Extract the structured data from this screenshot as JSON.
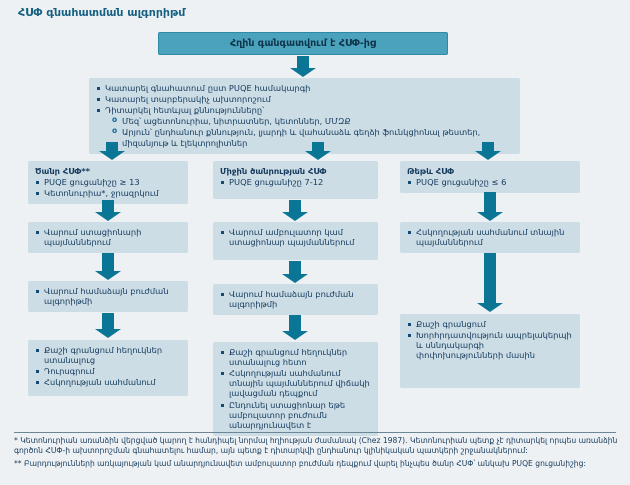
{
  "page": {
    "title": "ՀՍՓ գնահատման ալգորիթմ"
  },
  "flow": {
    "start": "Հղին գանգատվում է ՀՍՓ-ից",
    "assessment": {
      "bullets": [
        "Կատարել գնահատում ըստ PUQE համակարգի",
        "Կատարել տարբերակիչ ախտորոշում",
        "Դիտարկել հետևյալ քննությունները՝"
      ],
      "sub_bullets": [
        "Մեզ՝ ացետոնուրիա, նիտրատներ, կետոններ, ՄՄԶՔ",
        "Արյուն՝ ընդհանուր քննություն, լյարդի և վահանաձև գեղձի ֆունկցիոնալ թեստեր, միզանյութ և էլեկտրոլիտներ"
      ]
    },
    "columns": [
      {
        "severity": "Ծանր ՀՍՓ**",
        "criteria": [
          "PUQE ցուցանիշը ≥ 13",
          "Կետոնուրիա*, ջրազրկում"
        ],
        "management": [
          "Վարում ստացիոնարի պայմաններում"
        ],
        "algorithm": [
          "Վարում համաձայն բուժման ալգորիթմի"
        ],
        "followup": [
          "Քաշի գրանցում հեղուկներ ստանալուց",
          "Դուրսգրում",
          "Հսկողության սահմանում"
        ]
      },
      {
        "severity": "Միջին ծանրության ՀՍՓ",
        "criteria": [
          "PUQE ցուցանիշը 7-12"
        ],
        "management": [
          "Վարում ամբուլատոր կամ ստացիոնար պայմաններում"
        ],
        "algorithm": [
          "Վարում համաձայն բուժման ալգորիթմի"
        ],
        "followup": [
          "Քաշի գրանցում հեղուկներ ստանալուց հետո",
          "Հսկողության սահմանում տնային պայմաններում վիճակի լավացման դեպքում",
          "Ընդունել ստացիոնար եթե ամբուլատոր բուժումն անարդյունավետ է"
        ]
      },
      {
        "severity": "Թեթև ՀՍՓ",
        "criteria": [
          "PUQE ցուցանիշը ≤ 6"
        ],
        "management": [
          "Հսկողության սահմանում տնային պայմաններում"
        ],
        "followup": [
          "Քաշի գրանցում",
          "Խորհրդատվություն ապրելակերպի և սննդակարգի փոփոխությունների մասին"
        ]
      }
    ]
  },
  "footnotes": [
    "* Կետոնուրիան առանձին վերցված կարող է հանդիպել նորմալ հղիության ժամանակ (Chez 1987). Կետոնուրիան պետք չէ դիտարկել որպես առանձին գործոն ՀՍՓ-ի ախտորոշման գնահատելու համար, այն պետք է դիտարկվի ընդհանուր կլինիկական պատկերի շրջանակներում:",
    "** Բարդությունների առկայության կամ անարդյունավետ ամբուլատոր բուժման դեպքում վարել ինչպես ծանր ՀՍՓ՝ անկախ PUQE ցուցանիշից:"
  ],
  "colors": {
    "accent_teal": "#4aa2bd",
    "arrow": "#0b7595",
    "box_bg": "#ccdde6",
    "text": "#14395c",
    "title": "#156083"
  }
}
